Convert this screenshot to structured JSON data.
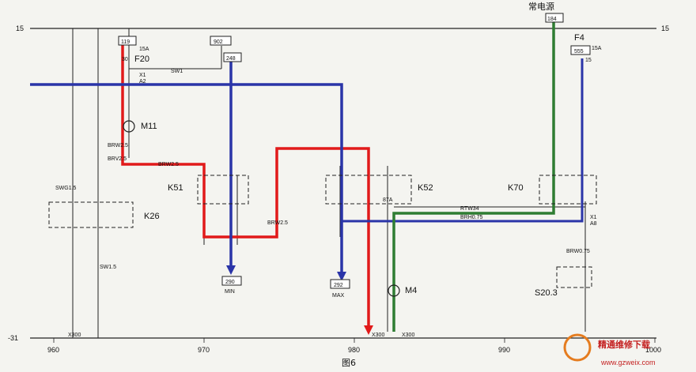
{
  "rails": {
    "top": "15",
    "top_right": "15",
    "bottom": "-31"
  },
  "top_label": "常电源",
  "terminals": {
    "t184": "184",
    "t119": "119",
    "t902": "902",
    "t248": "248",
    "t290": "290",
    "t292": "292",
    "t555": "555"
  },
  "fuses": {
    "f20": "F20",
    "f20_rating": "15A",
    "f20_pin": "30",
    "f4": "F4",
    "f4_rating": "15A",
    "f4_pin": "15"
  },
  "components": {
    "m11": "M11",
    "m4": "M4",
    "k51": "K51",
    "k52": "K52",
    "k70": "K70",
    "k26": "K26",
    "s20": "S20.3",
    "k52_pin": "87A"
  },
  "wires": {
    "sw1": "SW1",
    "brw25_a": "BRW2.5",
    "brv25": "BRV2.5",
    "brw25_b": "BRW2.5",
    "brw25_c": "BRW2.5",
    "brw075": "BRW0.75",
    "rtw34": "RTW34",
    "brh075": "BRH0.75",
    "swg15": "SWG1.5",
    "sw15": "SW1.5"
  },
  "connectors": {
    "x300_a": "X300",
    "x300_b": "X300",
    "x300_c": "X300",
    "x1_a": "X1",
    "a2": "A2",
    "x1_b": "X1",
    "a8": "A8"
  },
  "outputs": {
    "min": "MIN",
    "max": "MAX"
  },
  "axis": {
    "t960": "960",
    "t970": "970",
    "t980": "980",
    "t990": "990",
    "t1000": "1000"
  },
  "caption": "图6",
  "watermark": {
    "name": "精通维修下载",
    "url": "www.gzweix.com"
  },
  "colors": {
    "red": "#e11a1a",
    "blue": "#2a34a8",
    "green": "#2e7d32",
    "line": "#222222"
  }
}
